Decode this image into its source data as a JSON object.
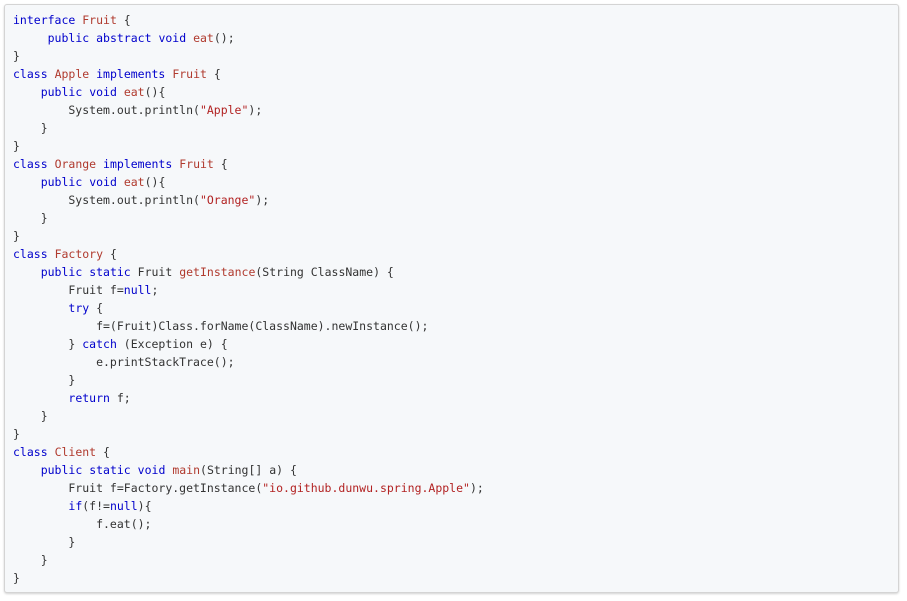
{
  "code_block": {
    "lines": [
      [
        [
          "k",
          "interface"
        ],
        [
          "p",
          " "
        ],
        [
          "n",
          "Fruit"
        ],
        [
          "p",
          " {"
        ]
      ],
      [
        [
          "p",
          "     "
        ],
        [
          "k",
          "public"
        ],
        [
          "p",
          " "
        ],
        [
          "k",
          "abstract"
        ],
        [
          "p",
          " "
        ],
        [
          "k",
          "void"
        ],
        [
          "p",
          " "
        ],
        [
          "n",
          "eat"
        ],
        [
          "p",
          "();"
        ]
      ],
      [
        [
          "p",
          "}"
        ]
      ],
      [
        [
          "k",
          "class"
        ],
        [
          "p",
          " "
        ],
        [
          "n",
          "Apple"
        ],
        [
          "p",
          " "
        ],
        [
          "k",
          "implements"
        ],
        [
          "p",
          " "
        ],
        [
          "n",
          "Fruit"
        ],
        [
          "p",
          " {"
        ]
      ],
      [
        [
          "p",
          "    "
        ],
        [
          "k",
          "public"
        ],
        [
          "p",
          " "
        ],
        [
          "k",
          "void"
        ],
        [
          "p",
          " "
        ],
        [
          "n",
          "eat"
        ],
        [
          "p",
          "(){"
        ]
      ],
      [
        [
          "p",
          "        System.out.println("
        ],
        [
          "s",
          "\"Apple\""
        ],
        [
          "p",
          ");"
        ]
      ],
      [
        [
          "p",
          "    }"
        ]
      ],
      [
        [
          "p",
          "}"
        ]
      ],
      [
        [
          "k",
          "class"
        ],
        [
          "p",
          " "
        ],
        [
          "n",
          "Orange"
        ],
        [
          "p",
          " "
        ],
        [
          "k",
          "implements"
        ],
        [
          "p",
          " "
        ],
        [
          "n",
          "Fruit"
        ],
        [
          "p",
          " {"
        ]
      ],
      [
        [
          "p",
          "    "
        ],
        [
          "k",
          "public"
        ],
        [
          "p",
          " "
        ],
        [
          "k",
          "void"
        ],
        [
          "p",
          " "
        ],
        [
          "n",
          "eat"
        ],
        [
          "p",
          "(){"
        ]
      ],
      [
        [
          "p",
          "        System.out.println("
        ],
        [
          "s",
          "\"Orange\""
        ],
        [
          "p",
          ");"
        ]
      ],
      [
        [
          "p",
          "    }"
        ]
      ],
      [
        [
          "p",
          "}"
        ]
      ],
      [
        [
          "k",
          "class"
        ],
        [
          "p",
          " "
        ],
        [
          "n",
          "Factory"
        ],
        [
          "p",
          " {"
        ]
      ],
      [
        [
          "p",
          "    "
        ],
        [
          "k",
          "public"
        ],
        [
          "p",
          " "
        ],
        [
          "k",
          "static"
        ],
        [
          "p",
          " Fruit "
        ],
        [
          "n",
          "getInstance"
        ],
        [
          "p",
          "(String ClassName) {"
        ]
      ],
      [
        [
          "p",
          "        Fruit f="
        ],
        [
          "k",
          "null"
        ],
        [
          "p",
          ";"
        ]
      ],
      [
        [
          "p",
          "        "
        ],
        [
          "k",
          "try"
        ],
        [
          "p",
          " {"
        ]
      ],
      [
        [
          "p",
          "            f=(Fruit)Class.forName(ClassName).newInstance();"
        ]
      ],
      [
        [
          "p",
          "        } "
        ],
        [
          "k",
          "catch"
        ],
        [
          "p",
          " (Exception e) {"
        ]
      ],
      [
        [
          "p",
          "            e.printStackTrace();"
        ]
      ],
      [
        [
          "p",
          "        }"
        ]
      ],
      [
        [
          "p",
          "        "
        ],
        [
          "k",
          "return"
        ],
        [
          "p",
          " f;"
        ]
      ],
      [
        [
          "p",
          "    }"
        ]
      ],
      [
        [
          "p",
          "}"
        ]
      ],
      [
        [
          "k",
          "class"
        ],
        [
          "p",
          " "
        ],
        [
          "n",
          "Client"
        ],
        [
          "p",
          " {"
        ]
      ],
      [
        [
          "p",
          "    "
        ],
        [
          "k",
          "public"
        ],
        [
          "p",
          " "
        ],
        [
          "k",
          "static"
        ],
        [
          "p",
          " "
        ],
        [
          "k",
          "void"
        ],
        [
          "p",
          " "
        ],
        [
          "n",
          "main"
        ],
        [
          "p",
          "(String[] a) {"
        ]
      ],
      [
        [
          "p",
          "        Fruit f=Factory.getInstance("
        ],
        [
          "s",
          "\"io.github.dunwu.spring.Apple\""
        ],
        [
          "p",
          ");"
        ]
      ],
      [
        [
          "p",
          "        "
        ],
        [
          "k",
          "if"
        ],
        [
          "p",
          "(f!="
        ],
        [
          "k",
          "null"
        ],
        [
          "p",
          "){"
        ]
      ],
      [
        [
          "p",
          "            f.eat();"
        ]
      ],
      [
        [
          "p",
          "        }"
        ]
      ],
      [
        [
          "p",
          "    }"
        ]
      ],
      [
        [
          "p",
          "}"
        ]
      ]
    ]
  }
}
